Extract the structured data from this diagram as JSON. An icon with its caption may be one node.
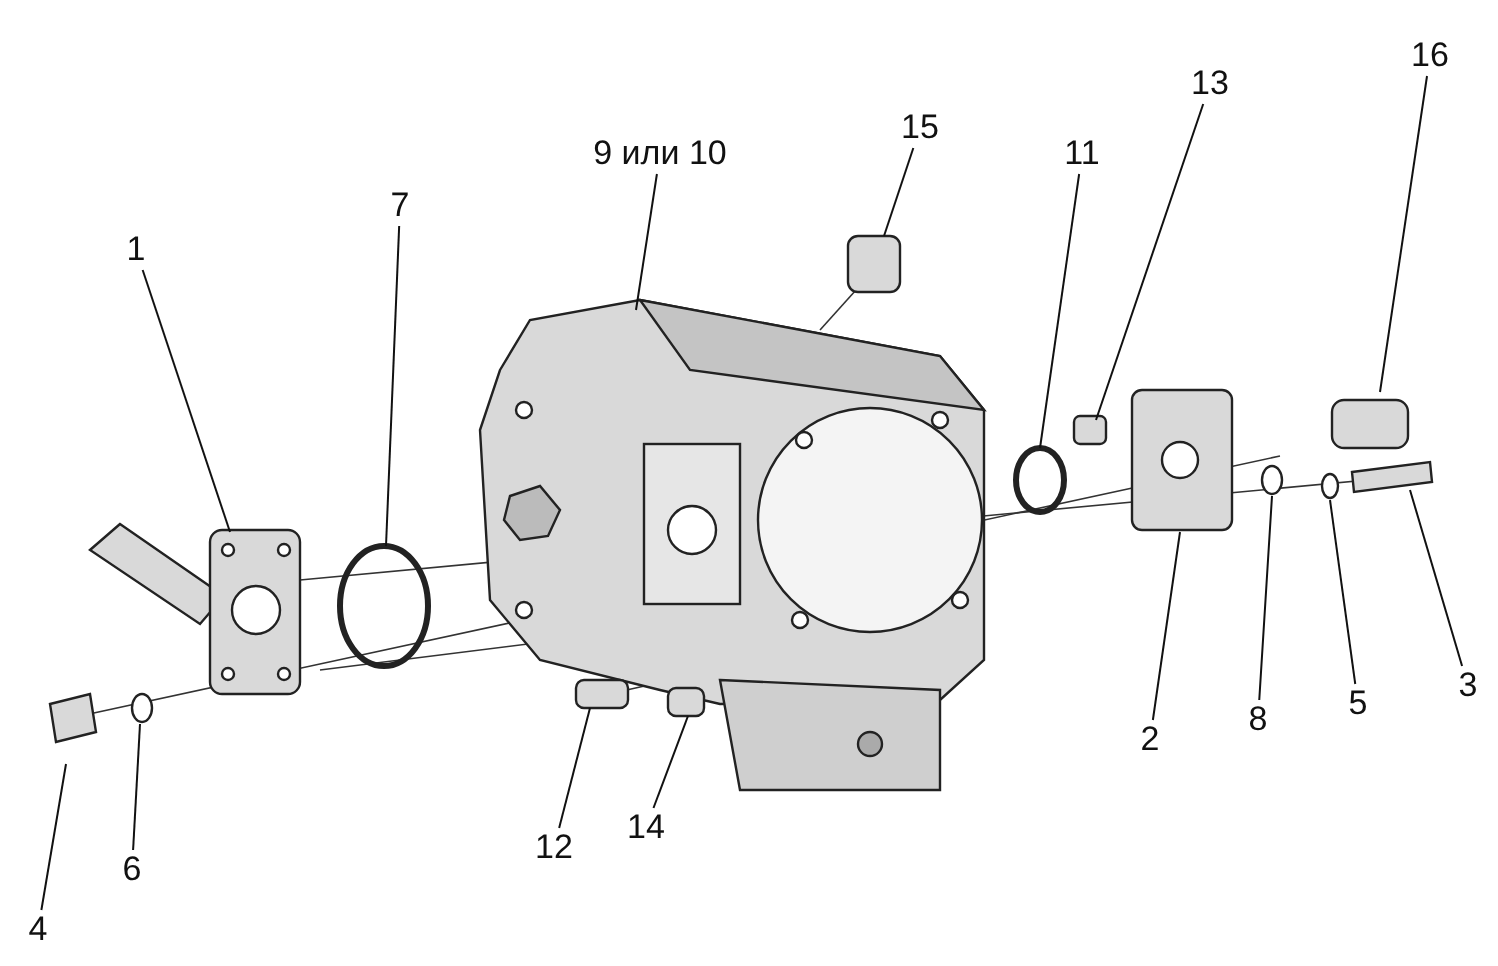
{
  "diagram": {
    "nodes": [
      {
        "text": [
          "16"
        ]
      },
      {
        "text": [
          "13"
        ]
      },
      {
        "text": [
          "15"
        ]
      },
      {
        "text": [
          "11"
        ]
      },
      {
        "text": [
          "9 или 10"
        ]
      },
      {
        "text": [
          "7"
        ]
      },
      {
        "text": [
          "1"
        ]
      },
      {
        "text": [
          "3"
        ]
      },
      {
        "text": [
          "5"
        ]
      },
      {
        "text": [
          "8"
        ]
      },
      {
        "text": [
          "2"
        ]
      },
      {
        "text": [
          "12"
        ]
      },
      {
        "text": [
          "14"
        ]
      },
      {
        "text": [
          "6"
        ]
      },
      {
        "text": [
          "4"
        ]
      }
    ],
    "edges": [
      {
        "from": 0,
        "to": null,
        "arrow": "none"
      },
      {
        "from": 1,
        "to": null,
        "arrow": "none"
      },
      {
        "from": 2,
        "to": null,
        "arrow": "none"
      },
      {
        "from": 3,
        "to": null,
        "arrow": "none"
      },
      {
        "from": 4,
        "to": null,
        "arrow": "none"
      },
      {
        "from": 5,
        "to": null,
        "arrow": "none"
      },
      {
        "from": 6,
        "to": null,
        "arrow": "none"
      },
      {
        "from": 7,
        "to": null,
        "arrow": "none"
      },
      {
        "from": 8,
        "to": null,
        "arrow": "none"
      },
      {
        "from": 9,
        "to": null,
        "arrow": "none"
      },
      {
        "from": 10,
        "to": null,
        "arrow": "none"
      },
      {
        "from": 11,
        "to": null,
        "arrow": "none"
      },
      {
        "from": 12,
        "to": null,
        "arrow": "none"
      },
      {
        "from": 13,
        "to": null,
        "arrow": "none"
      },
      {
        "from": 14,
        "to": null,
        "arrow": "none"
      }
    ]
  }
}
